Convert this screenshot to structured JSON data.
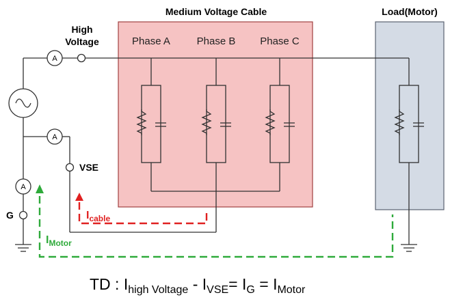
{
  "labels": {
    "cable_title": "Medium Voltage Cable",
    "load_title": "Load(Motor)",
    "high_voltage_line1": "High",
    "high_voltage_line2": "Voltage",
    "phase_a": "Phase A",
    "phase_b": "Phase B",
    "phase_c": "Phase C",
    "vse": "VSE",
    "g": "G",
    "ammeter": "A"
  },
  "currents": {
    "cable_main": "I",
    "cable_sub": "cable",
    "motor_main": "I",
    "motor_sub": "Motor"
  },
  "equation": {
    "prefix": "TD : ",
    "i1": "I",
    "s1": "high Voltage",
    "minus": " - ",
    "i2": "I",
    "s2": "VSE",
    "eq1": "= ",
    "i3": "I",
    "s3": "G",
    "eq2": " = ",
    "i4": "I",
    "s4": "Motor"
  },
  "colors": {
    "cable_fill": "#f6c3c3",
    "cable_stroke": "#a04040",
    "load_fill": "#d4dbe5",
    "load_stroke": "#5a6270",
    "wire": "#303030",
    "cable_current": "#e02020",
    "motor_current": "#2eaa3a"
  }
}
